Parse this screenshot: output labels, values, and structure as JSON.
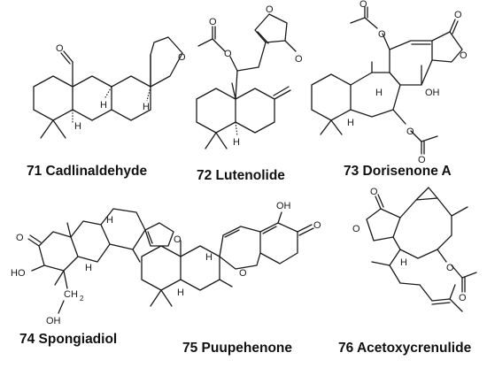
{
  "compounds": [
    {
      "label": "71 Cadlinaldehyde"
    },
    {
      "label": "72 Lutenolide"
    },
    {
      "label": "73 Dorisenone A"
    },
    {
      "label": "74 Spongiadiol"
    },
    {
      "label": "75 Puupehenone"
    },
    {
      "label": "76 Acetoxycrenulide"
    }
  ],
  "atoms": {
    "o": "O",
    "h": "H",
    "oh": "OH",
    "ho": "HO",
    "ch2": "CH",
    "sub2": "2"
  }
}
